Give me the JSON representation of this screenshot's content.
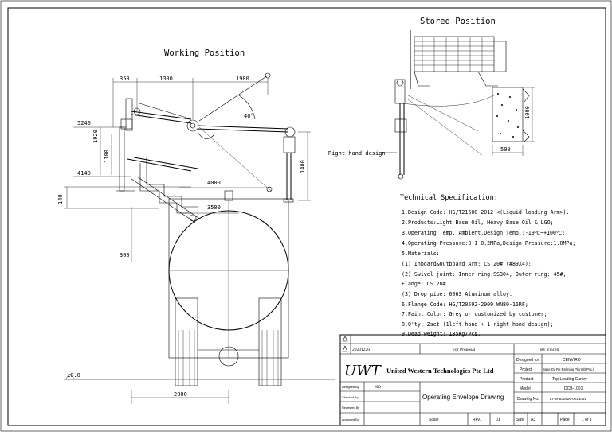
{
  "views": {
    "working_title": "Working Position",
    "stored_title": "Stored Position",
    "right_hand_label": "Right-hand design"
  },
  "dimensions": {
    "top_350": "350",
    "top_1300": "1300",
    "top_1900": "1900",
    "angle_40": "40°",
    "h_5240": "5240",
    "v_1920": "1920",
    "v_1100": "1100",
    "h_4140": "4140",
    "h_140": "140",
    "v_1400": "1400",
    "r_4000": "4000",
    "r_3500": "3500",
    "v_300": "300",
    "ground": "±0.0",
    "bottom_2000": "2000",
    "stored_1000": "1000",
    "stored_500": "500"
  },
  "spec": {
    "heading": "Technical Specification:",
    "lines": [
      "1.Design Code: HG/T21608-2012 <(Liquid loading Arm>).",
      "2.Products:Light Base Oil, Heavy Base Oil & LGO;",
      "3.Operating Temp.:Ambient,Design Temp.:-19℃~+100℃;",
      "4.Operating Pressure:0.1~0.2MPa,Design Pressure:1.0MPa;",
      "5.Materials:",
      "(1) Inboard&Outboard Arm: CS 20# (#89X4);",
      "(2) Swivel joint: Inner ring:SS304, Outer ring: 45#,",
      "Flange: CS 20#",
      "(3) Drop pipe: 6063 Aluminum alloy.",
      "6.Flange Code: HG/T20592-2009 WN80-16RF;",
      "7.Paint Color: Grey or customized by customer;",
      "8.Q'ty: 2set (1left hand + 1 right hand design);",
      "9.Dead weight: 185Kg/Pcs."
    ]
  },
  "title_block": {
    "rev1_mark": "1",
    "rev1_date": "20231226",
    "rev1_desc": "For Proposal",
    "rev1_by": "By Vincen",
    "company_logo": "UWT",
    "company_name": "United Western Technologies Pte Ltd",
    "designed_for_label": "Designed for",
    "designed_for_value": "CENVIRO",
    "project_label": "Project",
    "project_value": "Base Oil Re-Refining Plant (BPAL)",
    "product_label": "Product",
    "product_value": "Top Loading Gantry",
    "designed_by_label": "Designed By",
    "designed_by_value": "HD",
    "checked_by_label": "Checked By",
    "approved_by_label": "Reviewed By",
    "approval_label": "Approved By",
    "drawing_title": "Operating Envelope Drawing",
    "model_label": "Model",
    "model_value": "DCB-1001",
    "drawing_no_label": "Drawing No.",
    "drawing_no_value": "LT-W-B30826-001-ENV",
    "scale_label": "Scale",
    "rev_label": "Rev.",
    "rev_value": "01",
    "size_label": "Size",
    "size_value": "A3",
    "page_label": "Page",
    "page_value": "1 of 1"
  }
}
